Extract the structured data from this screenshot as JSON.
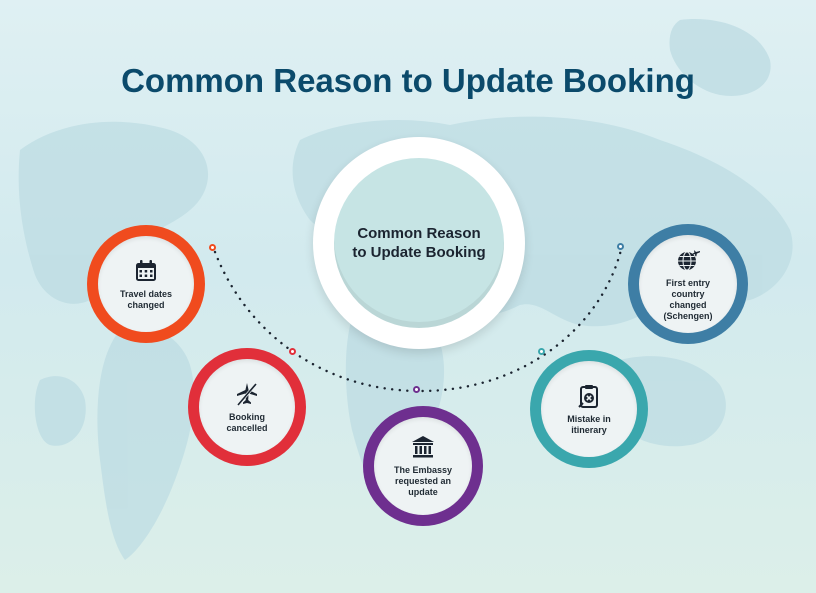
{
  "title": "Common Reason to Update Booking",
  "center": {
    "label": "Common Reason to Update Booking"
  },
  "reasons": [
    {
      "label": "Travel dates changed",
      "icon": "calendar-icon",
      "color": "#f04b1e"
    },
    {
      "label": "Booking cancelled",
      "icon": "plane-cancelled-icon",
      "color": "#e12f3a"
    },
    {
      "label": "The Embassy requested an update",
      "icon": "embassy-icon",
      "color": "#6e2f8f"
    },
    {
      "label": "Mistake in itinerary",
      "icon": "clipboard-error-icon",
      "color": "#3aa7ad"
    },
    {
      "label": "First entry country changed (Schengen)",
      "icon": "globe-plane-icon",
      "color": "#3e7ea5"
    }
  ],
  "colors": {
    "title": "#0b4a6b",
    "center_fill": "#c6e4e4",
    "map": "#bcdde4",
    "connector": "#1b2430"
  }
}
